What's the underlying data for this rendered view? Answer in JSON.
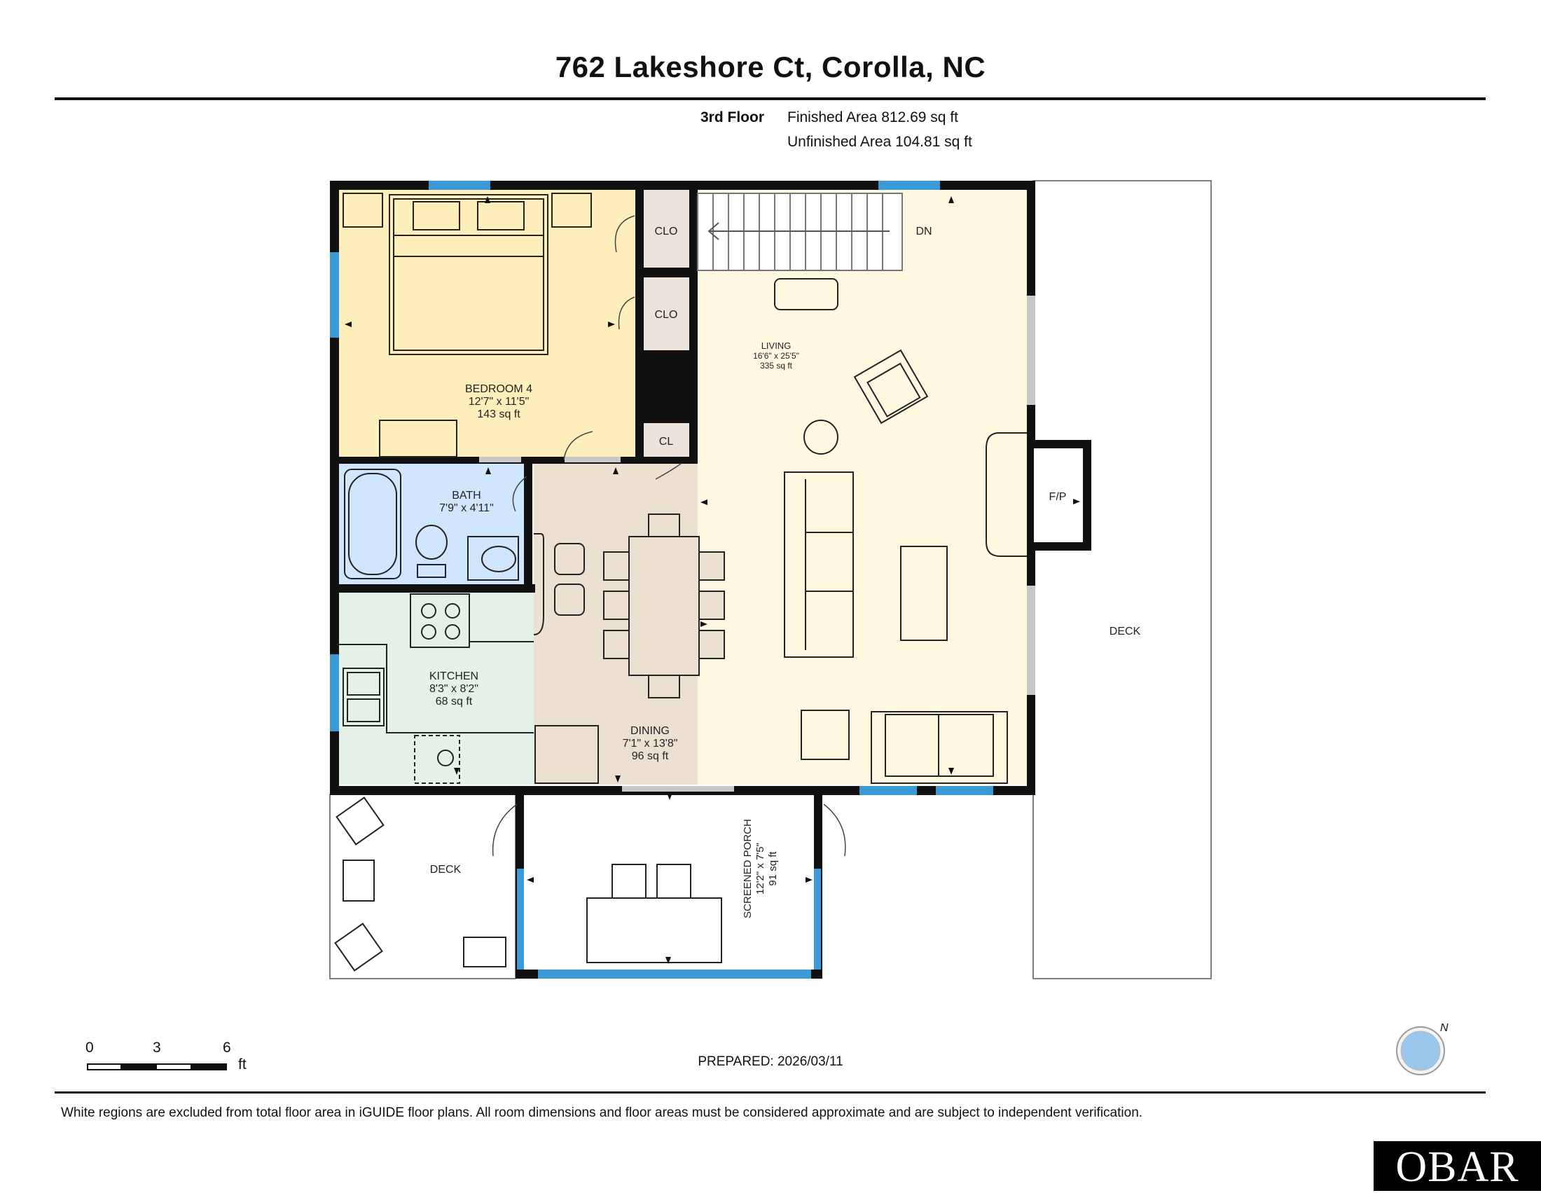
{
  "title": "762 Lakeshore Ct, Corolla, NC",
  "floor": {
    "name": "3rd Floor",
    "finished_area": "Finished Area 812.69 sq ft",
    "unfinished_area": "Unfinished Area 104.81 sq ft"
  },
  "rooms": {
    "bedroom": {
      "name": "BEDROOM 4",
      "dims": "12'7\" x 11'5\"",
      "area": "143 sq ft"
    },
    "bath": {
      "name": "BATH",
      "dims": "7'9\" x 4'11\""
    },
    "kitchen": {
      "name": "KITCHEN",
      "dims": "8'3\" x 8'2\"",
      "area": "68 sq ft"
    },
    "dining": {
      "name": "DINING",
      "dims": "7'1\" x 13'8\"",
      "area": "96 sq ft"
    },
    "living": {
      "name": "LIVING",
      "dims": "16'6\" x 25'5\"",
      "area": "335 sq ft"
    },
    "porch": {
      "name": "SCREENED PORCH",
      "dims": "12'2\" x 7'5\"",
      "area": "91 sq ft"
    }
  },
  "labels": {
    "clo1": "CLO",
    "clo2": "CLO",
    "cl": "CL",
    "dn": "DN",
    "fp": "F/P",
    "deck_right": "DECK",
    "deck_left": "DECK"
  },
  "scale": {
    "t0": "0",
    "t1": "3",
    "t2": "6",
    "unit": "ft"
  },
  "prepared": "PREPARED: 2026/03/11",
  "disclaimer": "White regions are excluded from total floor area in iGUIDE floor plans. All room dimensions and floor areas must be considered approximate and are subject to independent verification.",
  "logo_text": "OBAR",
  "compass_label": "N",
  "colors": {
    "bedroom": "#fdeebb",
    "bath": "#cfe6fb",
    "kitchen": "#e3f1e8",
    "dining": "#ece0d1",
    "living": "#fef8e1",
    "wall": "#111111",
    "window": "#3b9ad6"
  }
}
